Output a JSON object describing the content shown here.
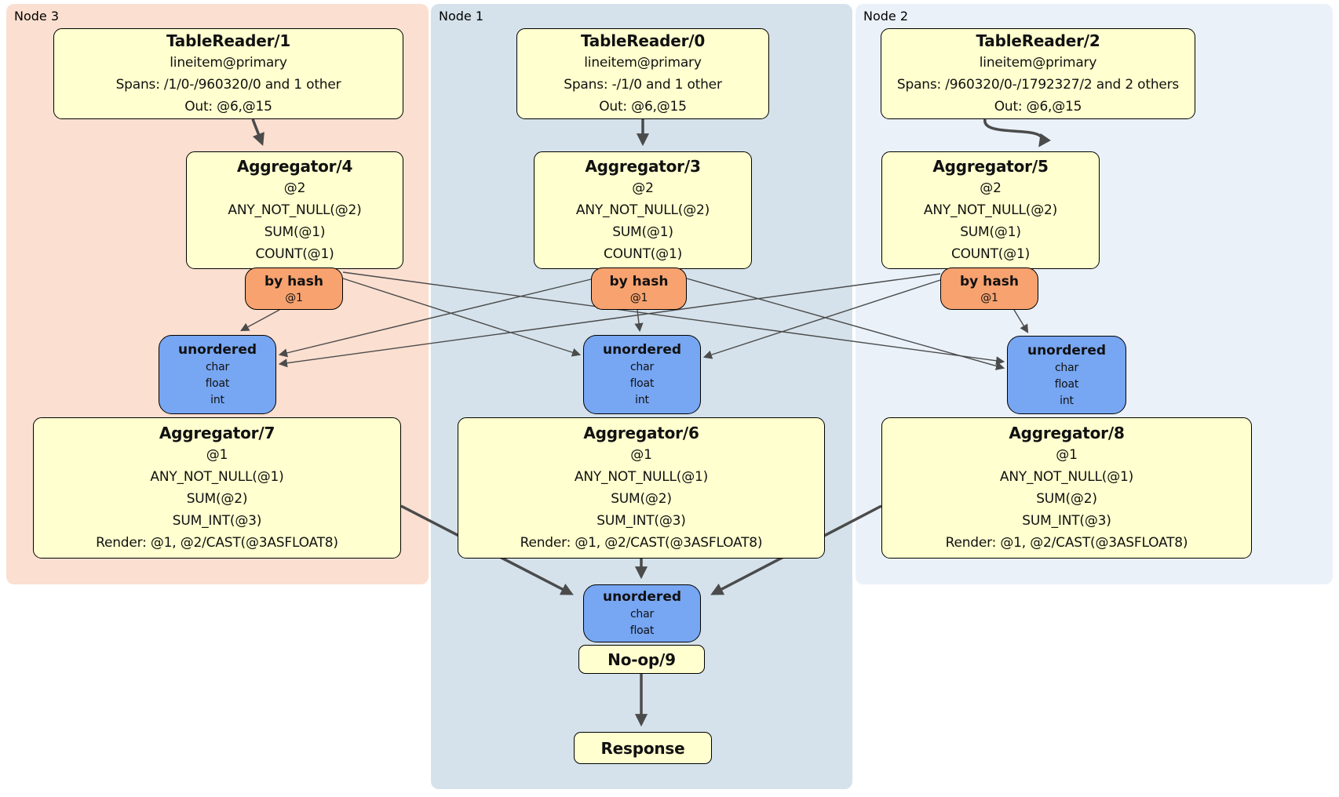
{
  "panels": {
    "node3": {
      "label": "Node 3"
    },
    "node1": {
      "label": "Node 1"
    },
    "node2": {
      "label": "Node 2"
    }
  },
  "boxes": {
    "tr1": {
      "title": "TableReader/1",
      "lines": [
        "lineitem@primary",
        "Spans: /1/0-/960320/0 and 1 other",
        "Out: @6,@15"
      ]
    },
    "tr0": {
      "title": "TableReader/0",
      "lines": [
        "lineitem@primary",
        "Spans: -/1/0 and 1 other",
        "Out: @6,@15"
      ]
    },
    "tr2": {
      "title": "TableReader/2",
      "lines": [
        "lineitem@primary",
        "Spans: /960320/0-/1792327/2 and 2 others",
        "Out: @6,@15"
      ]
    },
    "agg4": {
      "title": "Aggregator/4",
      "lines": [
        "@2",
        "ANY_NOT_NULL(@2)",
        "SUM(@1)",
        "COUNT(@1)"
      ]
    },
    "agg3": {
      "title": "Aggregator/3",
      "lines": [
        "@2",
        "ANY_NOT_NULL(@2)",
        "SUM(@1)",
        "COUNT(@1)"
      ]
    },
    "agg5": {
      "title": "Aggregator/5",
      "lines": [
        "@2",
        "ANY_NOT_NULL(@2)",
        "SUM(@1)",
        "COUNT(@1)"
      ]
    },
    "router4": {
      "title": "by hash",
      "lines": [
        "@1"
      ]
    },
    "router3": {
      "title": "by hash",
      "lines": [
        "@1"
      ]
    },
    "router5": {
      "title": "by hash",
      "lines": [
        "@1"
      ]
    },
    "sync3": {
      "title": "unordered",
      "lines": [
        "char",
        "float",
        "int"
      ]
    },
    "sync1": {
      "title": "unordered",
      "lines": [
        "char",
        "float",
        "int"
      ]
    },
    "sync2": {
      "title": "unordered",
      "lines": [
        "char",
        "float",
        "int"
      ]
    },
    "agg7": {
      "title": "Aggregator/7",
      "lines": [
        "@1",
        "ANY_NOT_NULL(@1)",
        "SUM(@2)",
        "SUM_INT(@3)",
        "Render: @1, @2/CAST(@3ASFLOAT8)"
      ]
    },
    "agg6": {
      "title": "Aggregator/6",
      "lines": [
        "@1",
        "ANY_NOT_NULL(@1)",
        "SUM(@2)",
        "SUM_INT(@3)",
        "Render: @1, @2/CAST(@3ASFLOAT8)"
      ]
    },
    "agg8": {
      "title": "Aggregator/8",
      "lines": [
        "@1",
        "ANY_NOT_NULL(@1)",
        "SUM(@2)",
        "SUM_INT(@3)",
        "Render: @1, @2/CAST(@3ASFLOAT8)"
      ]
    },
    "syncFinal": {
      "title": "unordered",
      "lines": [
        "char",
        "float"
      ]
    },
    "noop": {
      "title": "No-op/9"
    },
    "response": {
      "title": "Response"
    }
  },
  "theme": {
    "yellow": "#ffffcf",
    "orange": "#f7a26f",
    "blue": "#77a6f2",
    "node3": "#fbdfd0",
    "node1": "#d5e2eb",
    "node2": "#eaf1f9",
    "edge": "#4b4b4b"
  }
}
